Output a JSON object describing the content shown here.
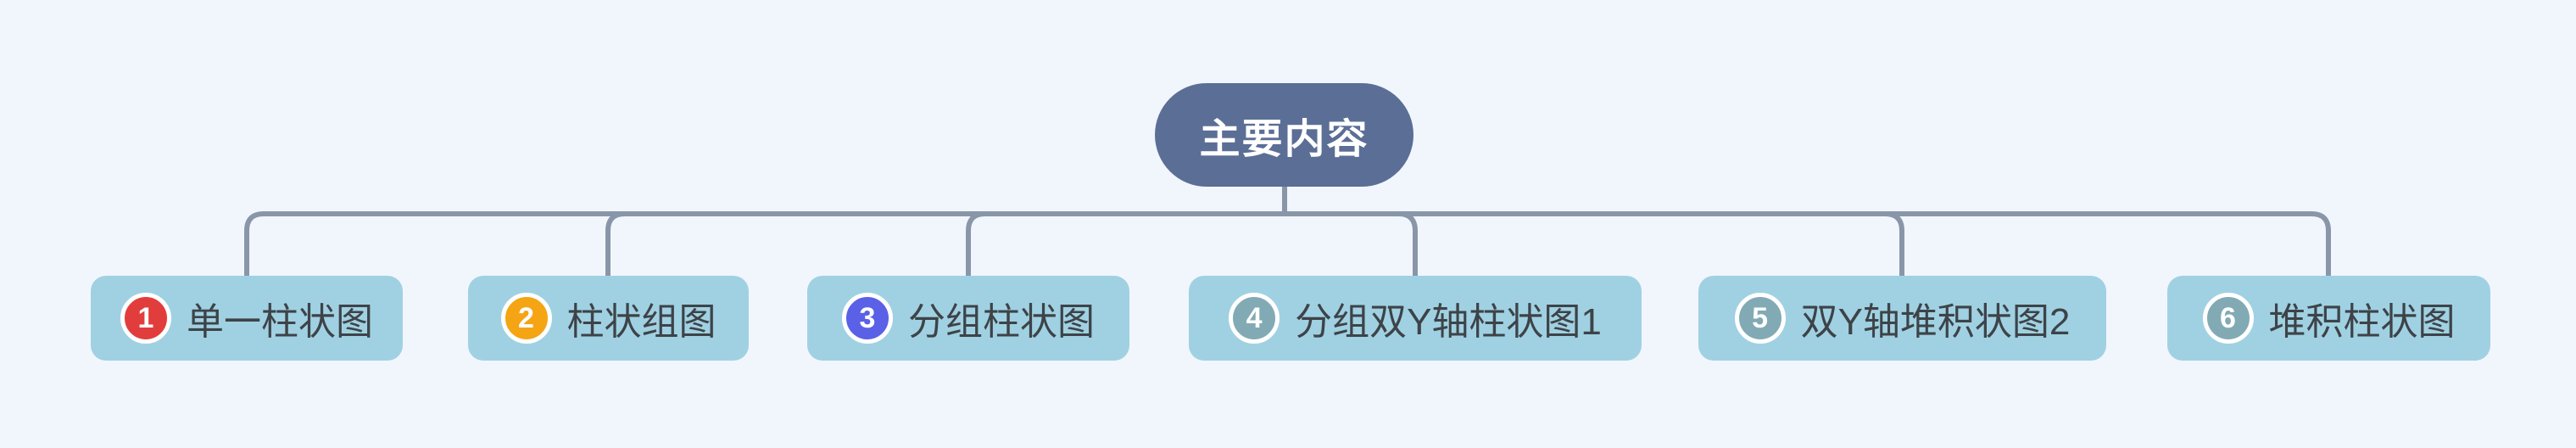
{
  "diagram": {
    "background": "#f1f6fc",
    "connector_color": "#8996a9",
    "child_fill": "#a0d1e2",
    "child_text_color": "#3d4348",
    "badge_text_color": "#ffffff",
    "root": {
      "label": "主要内容",
      "fill": "#5b6e96",
      "text_color": "#ffffff"
    },
    "children": [
      {
        "badge": "1",
        "badge_color": "#e23d3d",
        "label": "单一柱状图"
      },
      {
        "badge": "2",
        "badge_color": "#f5a414",
        "label": "柱状组图"
      },
      {
        "badge": "3",
        "badge_color": "#5a61e6",
        "label": "分组柱状图"
      },
      {
        "badge": "4",
        "badge_color": "#82aab5",
        "label": "分组双Y轴柱状图1"
      },
      {
        "badge": "5",
        "badge_color": "#82aab5",
        "label": "双Y轴堆积状图2"
      },
      {
        "badge": "6",
        "badge_color": "#82aab5",
        "label": "堆积柱状图"
      }
    ]
  }
}
